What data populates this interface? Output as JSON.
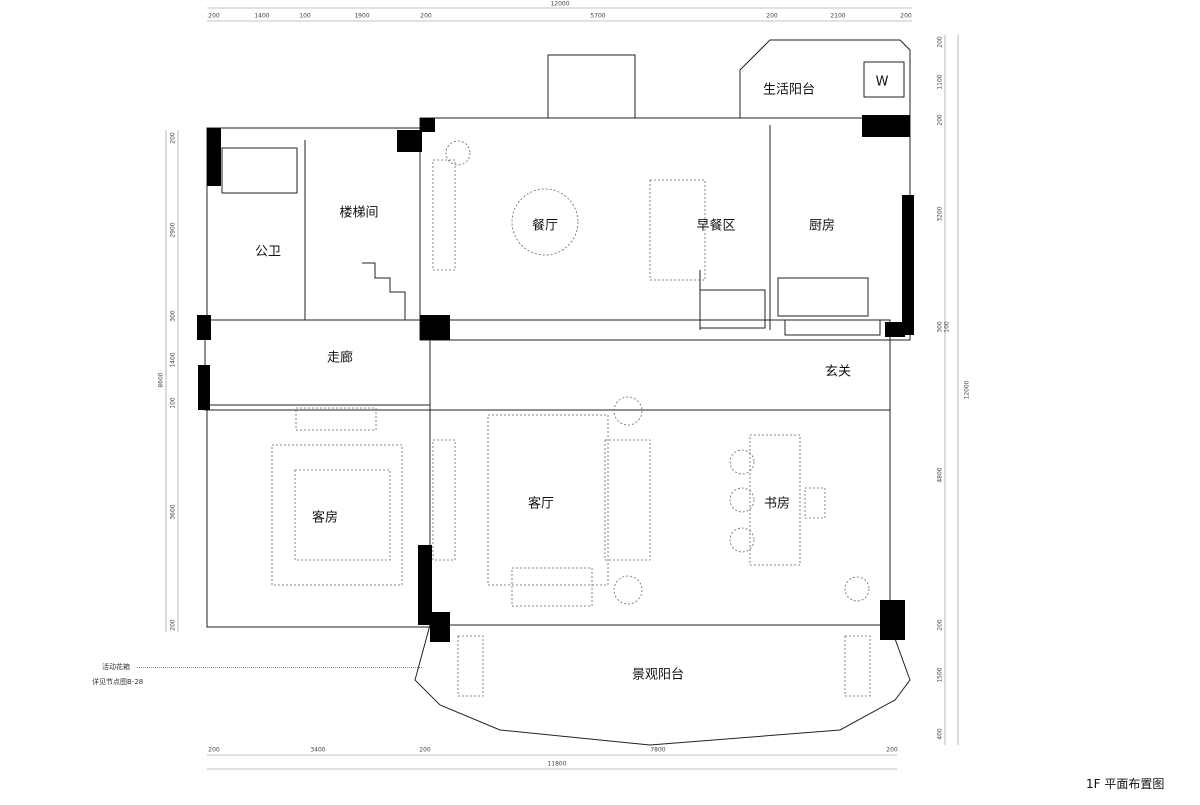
{
  "title": "1F 平面布置图",
  "rooms": {
    "stair": "楼梯间",
    "bath": "公卫",
    "dining": "餐厅",
    "breakfast": "早餐区",
    "kitchen": "厨房",
    "service_balcony": "生活阳台",
    "washer": "W",
    "corridor": "走廊",
    "foyer": "玄关",
    "guest": "客房",
    "living": "客厅",
    "study": "书房",
    "view_balcony": "景观阳台"
  },
  "note": {
    "line1": "活动花箱",
    "line2": "详见节点图B-28"
  },
  "dims": {
    "top_total": "12000",
    "top": [
      "200",
      "1400",
      "100",
      "1900",
      "200",
      "5700",
      "200",
      "2100",
      "200"
    ],
    "left_total": "8600",
    "left": [
      "200",
      "2900",
      "300",
      "1400",
      "100",
      "3600",
      "200"
    ],
    "right_total": "12000",
    "right": [
      "200",
      "1100",
      "200",
      "3200",
      "300",
      "100",
      "4800",
      "200",
      "1500",
      "400"
    ],
    "bottom_total": "11800",
    "bottom": [
      "200",
      "3400",
      "200",
      "7800",
      "200"
    ]
  }
}
